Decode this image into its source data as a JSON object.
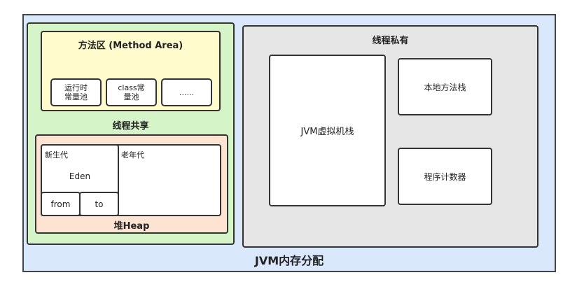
{
  "jvm_title": "JVM内存分配",
  "shared": {
    "title": "线程共享",
    "method_area": {
      "title": "方法区 (Method Area)",
      "pools": [
        "运行时\n常量池",
        "class常\n量池",
        "......"
      ]
    },
    "heap": {
      "title": "堆Heap",
      "young_label": "新生代",
      "eden_label": "Eden",
      "from_label": "from",
      "to_label": "to",
      "old_label": "老年代"
    }
  },
  "private": {
    "title": "线程私有",
    "jvm_stack": "JVM虚拟机栈",
    "native_stack": "本地方法栈",
    "pc": "程序计数器"
  }
}
